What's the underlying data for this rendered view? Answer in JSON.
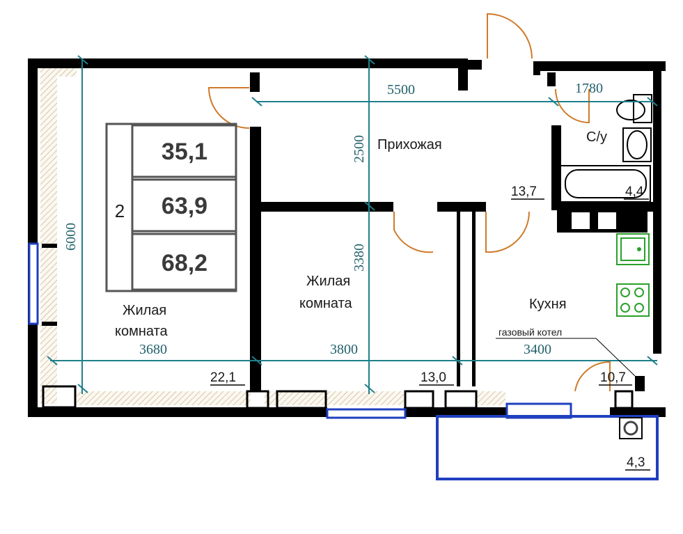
{
  "summary": {
    "rooms_count": "2",
    "living_area": "35,1",
    "total_area": "63,9",
    "total_area_balcony": "68,2"
  },
  "rooms": {
    "hall": {
      "name": "Прихожая",
      "area": "13,7"
    },
    "bathroom": {
      "name": "С/у",
      "area": "4,4"
    },
    "living_room_1": {
      "name_line1": "Жилая",
      "name_line2": "комната",
      "area": "22,1"
    },
    "living_room_2": {
      "name_line1": "Жилая",
      "name_line2": "комната",
      "area": "13,0"
    },
    "kitchen": {
      "name": "Кухня",
      "area": "10,7"
    },
    "balcony": {
      "area": "4,3"
    }
  },
  "annotations": {
    "boiler": "газовый котел"
  },
  "dimensions": {
    "d5500": "5500",
    "d1780": "1780",
    "d2500": "2500",
    "d6000": "6000",
    "d3380": "3380",
    "d3680": "3680",
    "d3800": "3800",
    "d3400": "3400"
  },
  "colors": {
    "wall": "#000000",
    "dimension_line": "#1f7f8a",
    "door_arc": "#d07a2a",
    "window": "#1f3fbf",
    "appliance": "#2aa02a",
    "hatch": "#c8b48c"
  }
}
